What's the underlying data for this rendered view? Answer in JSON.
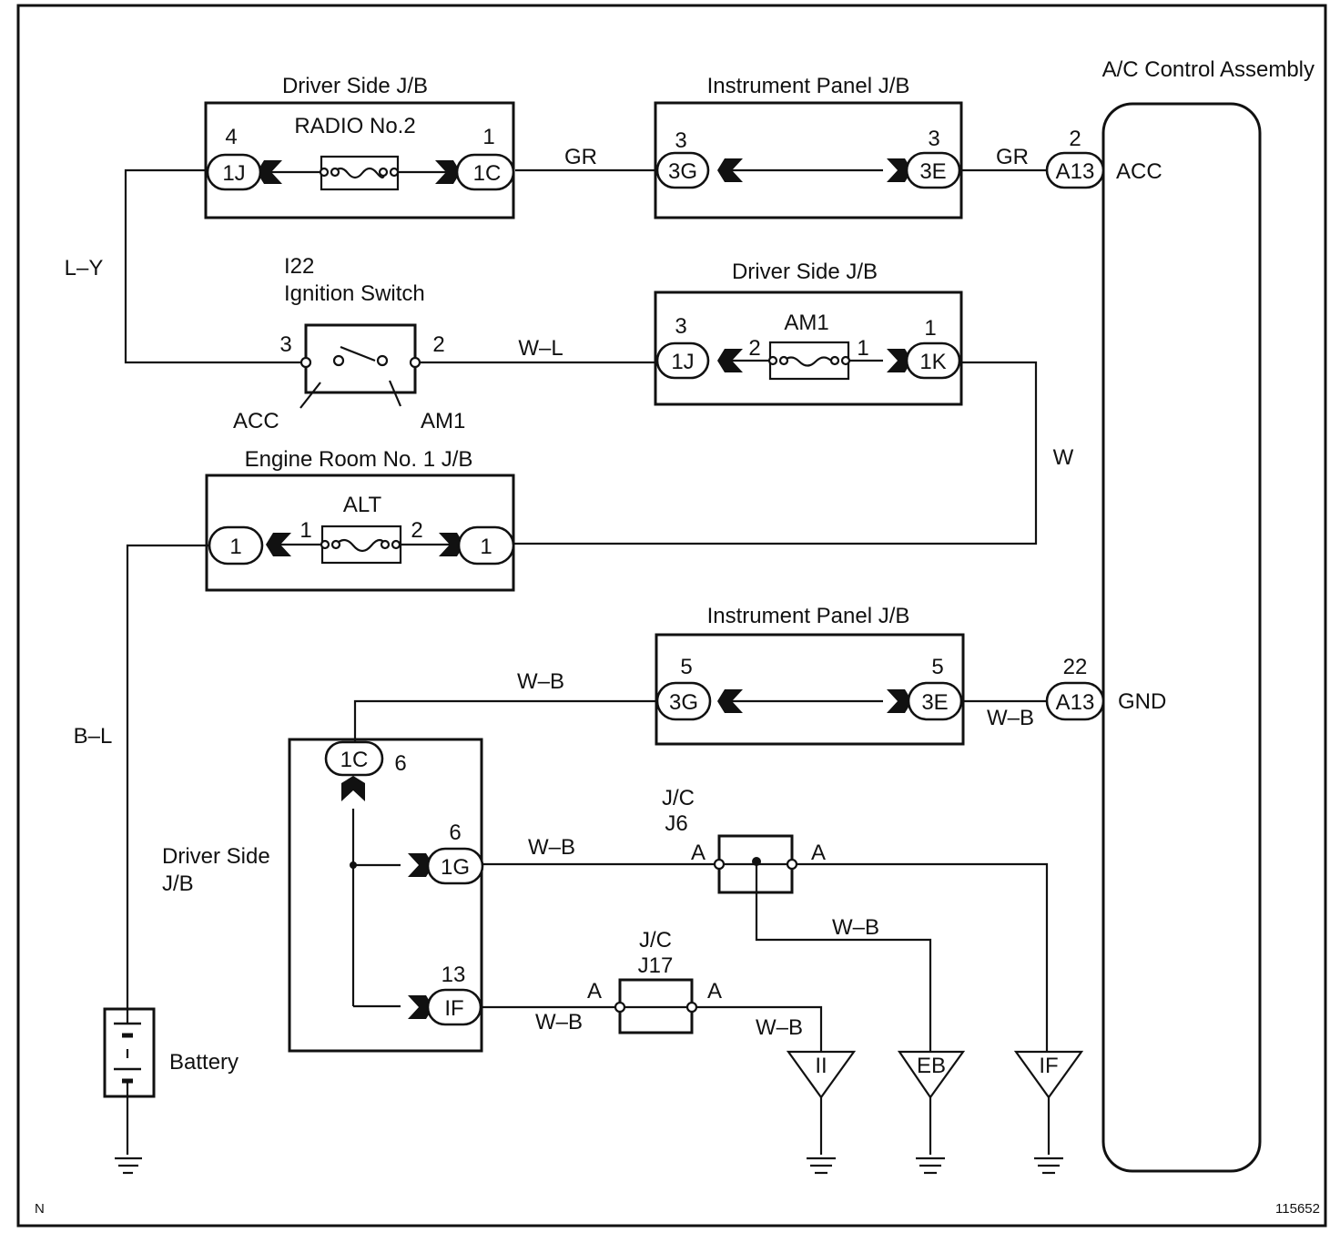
{
  "labels": {
    "driver_jb_top": "Driver Side J/B",
    "radio_fuse": "RADIO No.2",
    "ip_jb_top": "Instrument Panel J/B",
    "ac_assembly": "A/C Control Assembly",
    "acc_term": "ACC",
    "gnd_term": "GND",
    "ign_code": "I22",
    "ign_name": "Ignition Switch",
    "driver_jb_mid": "Driver Side J/B",
    "am1_fuse": "AM1",
    "sw_acc": "ACC",
    "sw_am1": "AM1",
    "engine_jb": "Engine Room No. 1 J/B",
    "alt_fuse": "ALT",
    "ip_jb_low": "Instrument Panel J/B",
    "driver_jb_low_1": "Driver Side",
    "driver_jb_low_2": "J/B",
    "jc_j6_1": "J/C",
    "jc_j6_2": "J6",
    "jc_j17_1": "J/C",
    "jc_j17_2": "J17",
    "battery": "Battery",
    "corner": "N",
    "fig_no": "115652"
  },
  "wires": {
    "gr_1": "GR",
    "gr_2": "GR",
    "ly": "L–Y",
    "wl": "W–L",
    "w": "W",
    "bl": "B–L",
    "wb_top": "W–B",
    "wb_gnd": "W–B",
    "wb_1g": "W–B",
    "wb_eb": "W–B",
    "wb_if": "W–B",
    "wb_ii": "W–B"
  },
  "connectors": {
    "c_1j_top": "1J",
    "c_1c_top": "1C",
    "c_3g_top": "3G",
    "c_3e_top": "3E",
    "c_a13_top": "A13",
    "c_1j_mid": "1J",
    "c_1k_mid": "1K",
    "c_1_left": "1",
    "c_1_right": "1",
    "c_3g_low": "3G",
    "c_3e_low": "3E",
    "c_a13_low": "A13",
    "c_1c_low": "1C",
    "c_1g": "1G",
    "c_if": "IF"
  },
  "pins": {
    "p_4": "4",
    "p_1_radio": "1",
    "p_3_ipt_l": "3",
    "p_3_ipt_r": "3",
    "p_2_a13": "2",
    "p_3_sw": "3",
    "p_2_sw": "2",
    "p_3_am1": "3",
    "p_2_am1": "2",
    "p_1_am1": "1",
    "p_1_am1_k": "1",
    "p_1_alt": "1",
    "p_2_alt": "2",
    "p_5_l": "5",
    "p_5_r": "5",
    "p_22": "22",
    "p_6_1c": "6",
    "p_6_1g": "6",
    "p_13": "13",
    "p_a_j6_l": "A",
    "p_a_j6_r": "A",
    "p_a_j17_l": "A",
    "p_a_j17_r": "A"
  },
  "grounds": {
    "g_ii": "II",
    "g_eb": "EB",
    "g_if": "IF"
  }
}
